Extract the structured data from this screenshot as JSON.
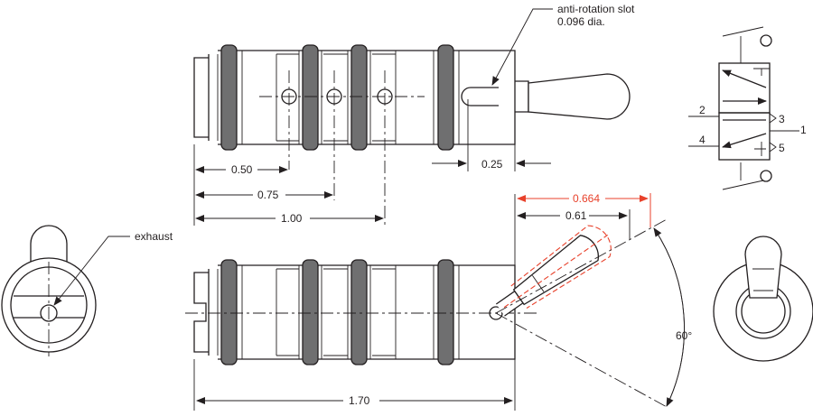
{
  "colors": {
    "ink": "#231f20",
    "accent_red": "#e8412b",
    "oring_gray": "#6f6f70"
  },
  "top_view": {
    "callout_line1": "anti-rotation slot",
    "callout_line2": "0.096 dia.",
    "dim_050": "0.50",
    "dim_075": "0.75",
    "dim_100": "1.00",
    "dim_025": "0.25"
  },
  "side_view": {
    "dim_0664": "0.664",
    "dim_061": "0.61",
    "dim_170": "1.70",
    "angle": "60°"
  },
  "end_view_left": {
    "callout": "exhaust"
  },
  "valve_symbol": {
    "port_1": "1",
    "port_2": "2",
    "port_3": "3",
    "port_4": "4",
    "port_5": "5"
  }
}
